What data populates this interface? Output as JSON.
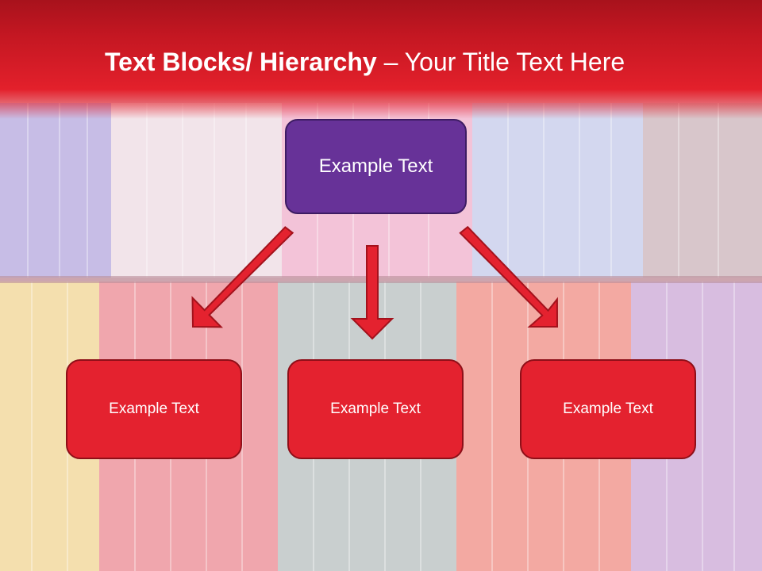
{
  "title": {
    "bold_part": "Text Blocks/ Hierarchy",
    "regular_part": " – Your Title Text Here"
  },
  "diagram": {
    "root": {
      "label": "Example Text"
    },
    "children": [
      {
        "label": "Example Text"
      },
      {
        "label": "Example Text"
      },
      {
        "label": "Example Text"
      }
    ]
  },
  "colors": {
    "header_red": "#e3202b",
    "root_purple": "#673298",
    "child_red": "#e4222f"
  }
}
